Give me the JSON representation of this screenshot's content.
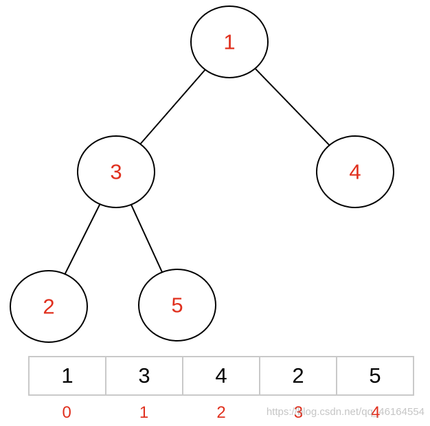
{
  "tree": {
    "nodes": [
      {
        "id": "n0",
        "label": "1"
      },
      {
        "id": "n1",
        "label": "3"
      },
      {
        "id": "n2",
        "label": "4"
      },
      {
        "id": "n3",
        "label": "2"
      },
      {
        "id": "n4",
        "label": "5"
      }
    ],
    "edges": [
      {
        "from": "n0",
        "to": "n1"
      },
      {
        "from": "n0",
        "to": "n2"
      },
      {
        "from": "n1",
        "to": "n3"
      },
      {
        "from": "n1",
        "to": "n4"
      }
    ]
  },
  "array": {
    "values": [
      "1",
      "3",
      "4",
      "2",
      "5"
    ],
    "indices": [
      "0",
      "1",
      "2",
      "3",
      "4"
    ]
  },
  "watermark": "https://blog.csdn.net/qq_46164554",
  "colors": {
    "label": "#e0301e",
    "stroke": "#000000",
    "array_border": "#c9c9c9"
  }
}
